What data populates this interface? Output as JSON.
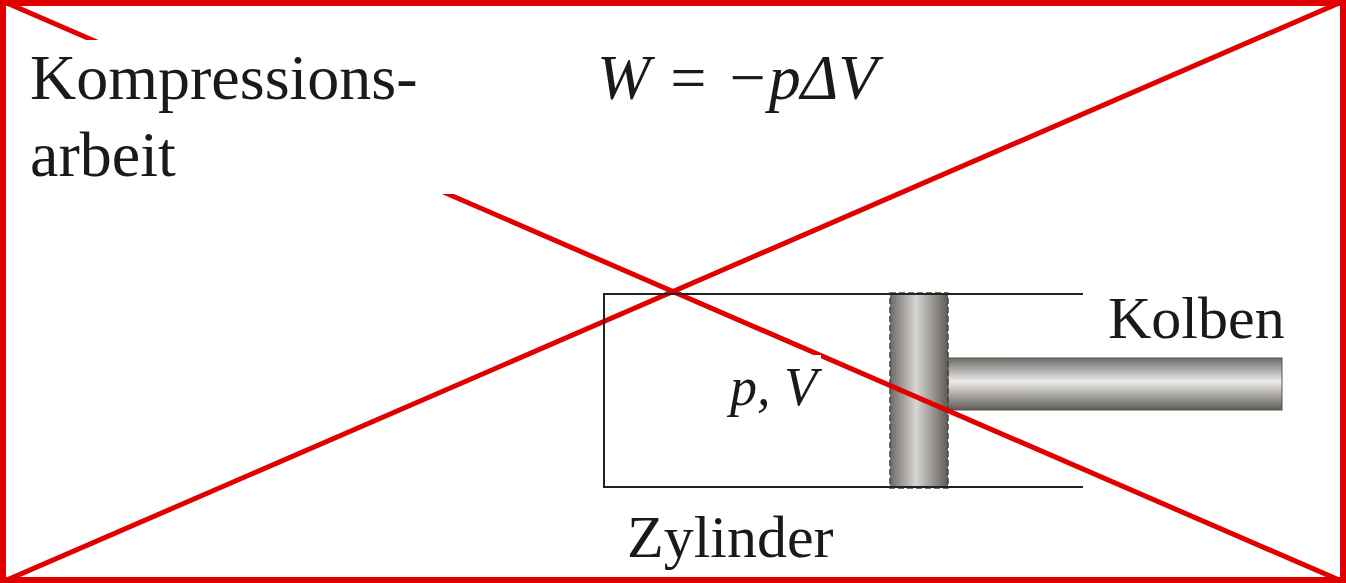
{
  "diagram": {
    "nodes": [
      {
        "text": [
          "p, V",
          "Zylinder"
        ]
      }
    ],
    "labels": [
      "Kompressions- arbeit",
      "W = −pΔV",
      "Kolben"
    ]
  }
}
